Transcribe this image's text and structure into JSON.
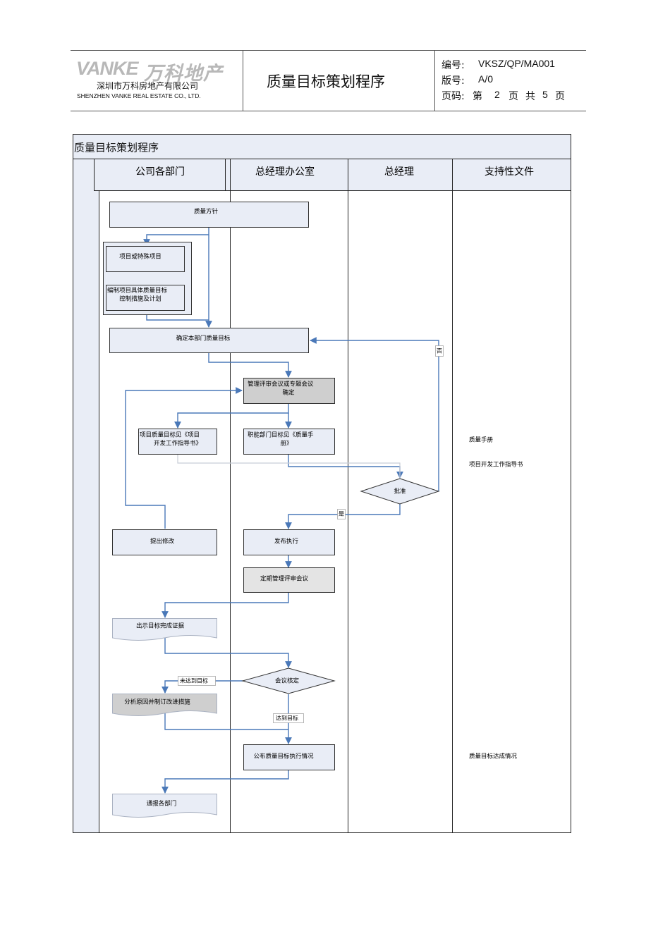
{
  "header": {
    "logo_brand": "VANKE",
    "logo_cn": "万科地产",
    "company_cn": "深圳市万科房地产有限公司",
    "company_en": "SHENZHEN VANKE REAL ESTATE CO., LTD.",
    "doc_title": "质量目标策划程序",
    "code_label": "编号:",
    "code_value": "VKSZ/QP/MA001",
    "version_label": "版号:",
    "version_value": "A/0",
    "page_label": "页码:",
    "page_di": "第",
    "page_num": "2",
    "page_ye": "页",
    "page_gong": "共",
    "page_total": "5",
    "page_ye2": "页"
  },
  "diagram": {
    "title": "质量目标策划程序",
    "lanes": [
      "公司各部门",
      "总经理办公室",
      "总经理",
      "支持性文件"
    ],
    "nodes": {
      "n1": "质量方针",
      "n2": "项目或特殊项目",
      "n3a": "编制项目具体质量目标",
      "n3b": "控制措施及计划",
      "n4": "确定本部门质量目标",
      "n5a": "管理评审会议或专题会议",
      "n5b": "确定",
      "n6a": "项目质量目标见《项目",
      "n6b": "开发工作指导书》",
      "n7a": "职能部门目标见《质量手",
      "n7b": "册》",
      "n8": "批准",
      "n9": "提出修改",
      "n10": "发布执行",
      "n11": "定期管理评审会议",
      "n12": "出示目标完成证据",
      "n13": "会议核定",
      "n14": "分析原因并制订改进措施",
      "n15": "公布质量目标执行情况",
      "n16": "通报各部门"
    },
    "labels": {
      "no": "否",
      "yes": "是",
      "not_reached": "未达到目标",
      "reached": "达到目标"
    },
    "support_docs": [
      "质量手册",
      "项目开发工作指导书",
      "质量目标达成情况"
    ]
  }
}
